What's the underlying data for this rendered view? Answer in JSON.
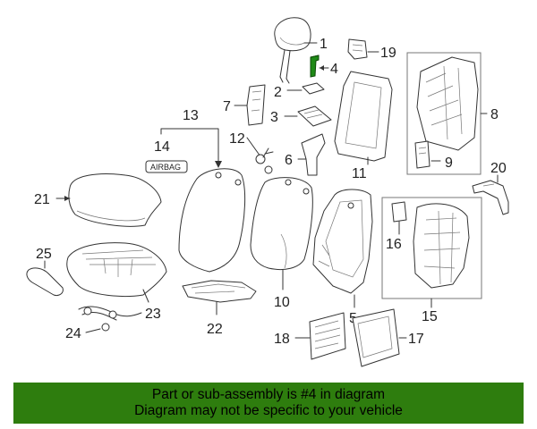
{
  "callouts": {
    "c1": "1",
    "c2": "2",
    "c3": "3",
    "c4": "4",
    "c5": "5",
    "c6": "6",
    "c7": "7",
    "c8": "8",
    "c9": "9",
    "c10": "10",
    "c11": "11",
    "c12": "12",
    "c13": "13",
    "c14": "14",
    "c15": "15",
    "c16": "16",
    "c17": "17",
    "c18": "18",
    "c19": "19",
    "c20": "20",
    "c21": "21",
    "c22": "22",
    "c23": "23",
    "c24": "24",
    "c25": "25"
  },
  "airbag_label": "AIRBAG",
  "highlighted_part": "4",
  "colors": {
    "banner": "#2e7d0e",
    "highlight": "#1f8a17"
  },
  "banner": {
    "line1": "Part or sub-assembly is #4 in diagram",
    "line2": "Diagram may not be specific to your vehicle"
  }
}
